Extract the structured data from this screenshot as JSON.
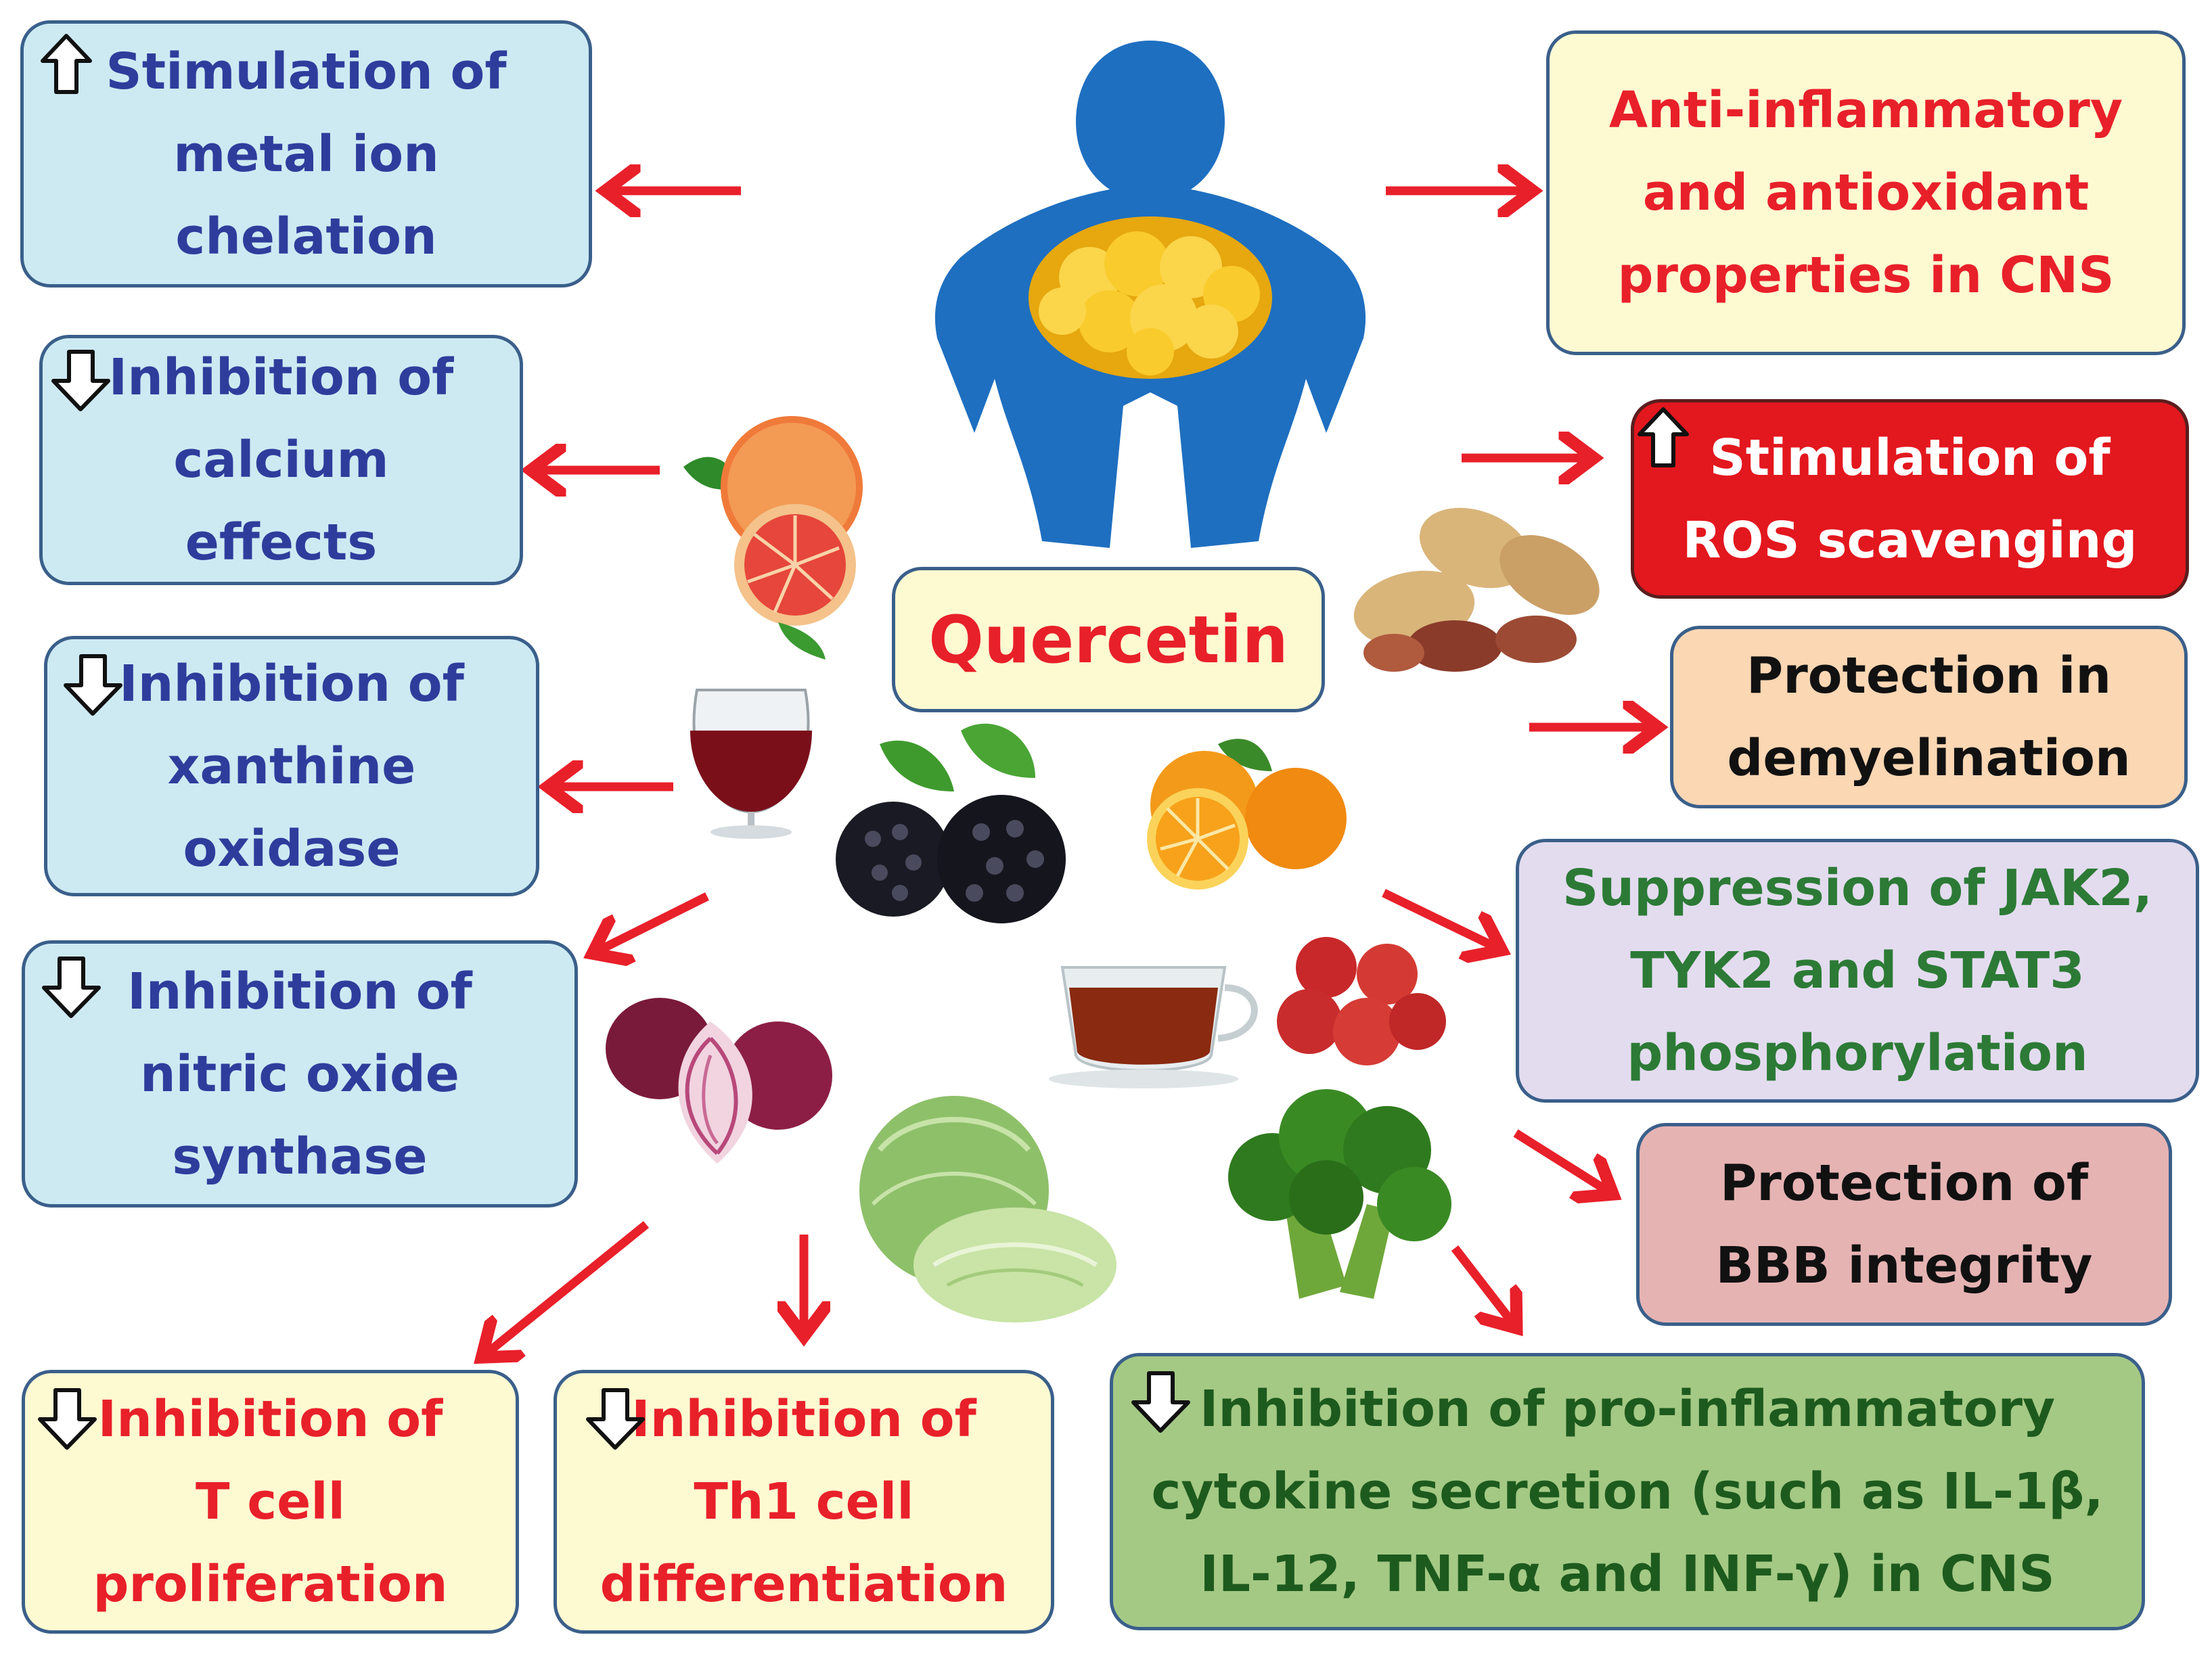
{
  "center_label": "Quercetin",
  "colors": {
    "arrow": "#e8202a",
    "blue_text": "#2e3d9c",
    "red_text": "#e8202a",
    "green_text": "#2c7a36",
    "body_silhouette": "#1e6fc0",
    "fat_cells": "#f8c623"
  },
  "effects": {
    "metal_chelation": {
      "lines": [
        "Stimulation of",
        "metal ion",
        "chelation"
      ],
      "indicator": "up-arrow-icon"
    },
    "calcium": {
      "lines": [
        "Inhibition of",
        "calcium",
        "effects"
      ],
      "indicator": "down-arrow-icon"
    },
    "xanthine": {
      "lines": [
        "Inhibition of",
        "xanthine",
        "oxidase"
      ],
      "indicator": "down-arrow-icon"
    },
    "nos": {
      "lines": [
        "Inhibition of",
        "nitric oxide",
        "synthase"
      ],
      "indicator": "down-arrow-icon"
    },
    "tcell": {
      "lines": [
        "Inhibition of",
        "T cell",
        "proliferation"
      ],
      "indicator": "down-arrow-icon"
    },
    "th1": {
      "lines": [
        "Inhibition of",
        "Th1 cell",
        "differentiation"
      ],
      "indicator": "down-arrow-icon"
    },
    "cytokine": {
      "lines": [
        "Inhibition of pro-inflammatory",
        "cytokine secretion (such as IL-1β,",
        "IL-12, TNF-α and INF-γ) in CNS"
      ],
      "indicator": "down-arrow-icon"
    },
    "antiinflam": {
      "lines": [
        "Anti-inflammatory",
        "and antioxidant",
        "properties in CNS"
      ]
    },
    "ros": {
      "lines": [
        "Stimulation of",
        "ROS scavenging"
      ],
      "indicator": "up-arrow-icon"
    },
    "demyelination": {
      "lines": [
        "Protection in",
        "demyelination"
      ]
    },
    "jak": {
      "lines": [
        "Suppression of JAK2,",
        "TYK2 and STAT3",
        "phosphorylation"
      ]
    },
    "bbb": {
      "lines": [
        "Protection of",
        "BBB integrity"
      ]
    }
  },
  "foods": [
    "grapefruit-icon",
    "peanut-icon",
    "red-wine-icon",
    "blackberry-icon",
    "orange-icon",
    "tea-icon",
    "apple-icon",
    "red-onion-icon",
    "cabbage-icon",
    "broccoli-icon"
  ]
}
